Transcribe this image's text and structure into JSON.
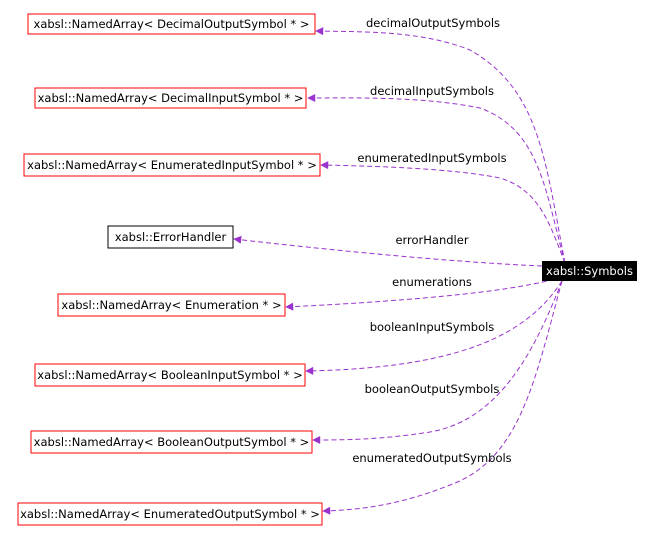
{
  "center": {
    "label": "xabsl::Symbols"
  },
  "nodes": [
    {
      "id": "n1",
      "label": "xabsl::NamedArray< DecimalOutputSymbol * >",
      "edge": "decimalOutputSymbols"
    },
    {
      "id": "n2",
      "label": "xabsl::NamedArray< DecimalInputSymbol * >",
      "edge": "decimalInputSymbols"
    },
    {
      "id": "n3",
      "label": "xabsl::NamedArray< EnumeratedInputSymbol * >",
      "edge": "enumeratedInputSymbols"
    },
    {
      "id": "n4",
      "label": "xabsl::ErrorHandler",
      "edge": "errorHandler"
    },
    {
      "id": "n5",
      "label": "xabsl::NamedArray< Enumeration * >",
      "edge": "enumerations"
    },
    {
      "id": "n6",
      "label": "xabsl::NamedArray< BooleanInputSymbol * >",
      "edge": "booleanInputSymbols"
    },
    {
      "id": "n7",
      "label": "xabsl::NamedArray< BooleanOutputSymbol * >",
      "edge": "booleanOutputSymbols"
    },
    {
      "id": "n8",
      "label": "xabsl::NamedArray< EnumeratedOutputSymbol * >",
      "edge": "enumeratedOutputSymbols"
    }
  ],
  "colors": {
    "template_border": "#ff0000",
    "class_border": "#000000",
    "edge": "#9a32cd",
    "center_fill": "#000000",
    "center_text": "#ffffff"
  }
}
